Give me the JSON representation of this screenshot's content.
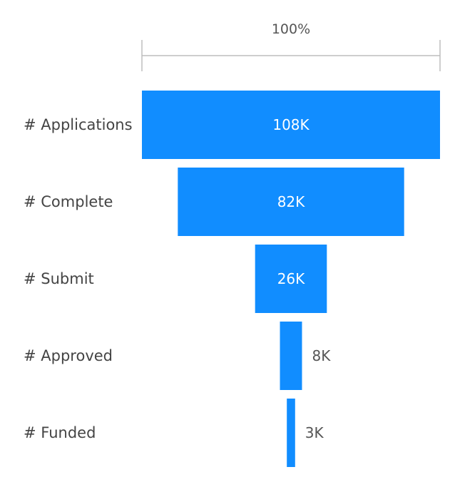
{
  "chart_data": {
    "type": "bar",
    "subtype": "funnel",
    "scale_label": "100%",
    "categories": [
      "# Applications",
      "# Complete",
      "# Submit",
      "# Approved",
      "# Funded"
    ],
    "values": [
      108000,
      82000,
      26000,
      8000,
      3000
    ],
    "value_labels": [
      "108K",
      "82K",
      "26K",
      "8K",
      "3K"
    ],
    "bar_color": "#118DFF",
    "title": "",
    "xlabel": "",
    "ylabel": "",
    "legend": "none",
    "grid": false
  }
}
